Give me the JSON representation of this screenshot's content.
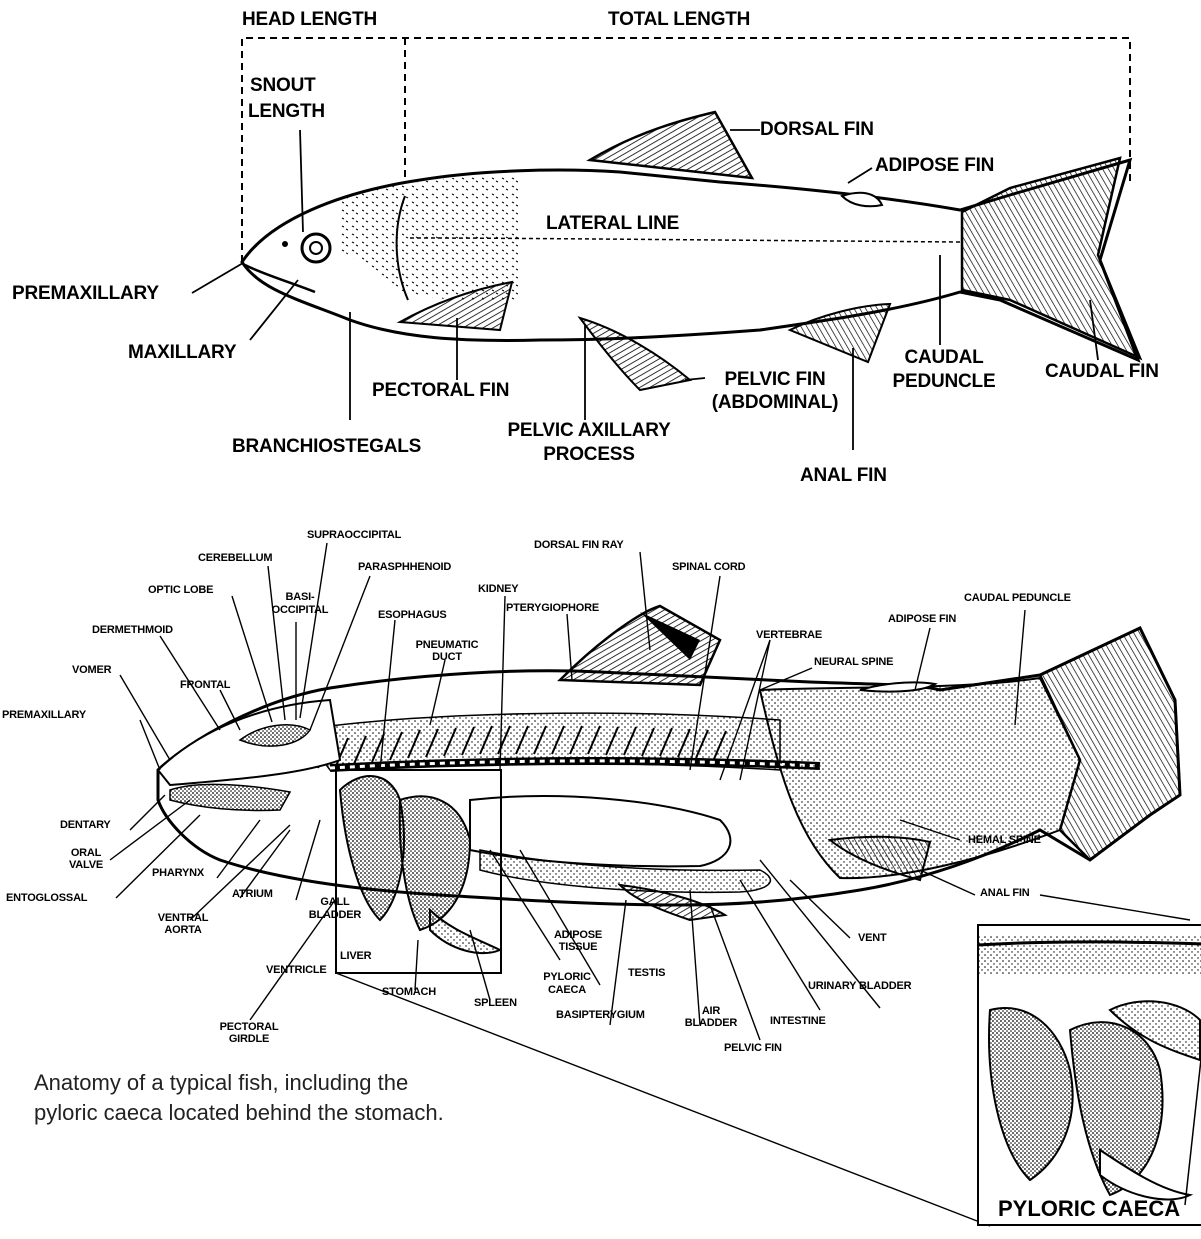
{
  "top_diagram": {
    "measurements": {
      "head_length": "HEAD LENGTH",
      "total_length": "TOTAL LENGTH",
      "snout_length": [
        "SNOUT",
        "LENGTH"
      ]
    },
    "labels": {
      "dorsal_fin": "DORSAL FIN",
      "adipose_fin": "ADIPOSE FIN",
      "lateral_line": "LATERAL LINE",
      "premaxillary": "PREMAXILLARY",
      "maxillary": "MAXILLARY",
      "pectoral_fin": "PECTORAL FIN",
      "branchiostegals": "BRANCHIOSTEGALS",
      "pelvic_axillary_process": [
        "PELVIC AXILLARY",
        "PROCESS"
      ],
      "pelvic_fin": [
        "PELVIC FIN",
        "(ABDOMINAL)"
      ],
      "anal_fin": "ANAL FIN",
      "caudal_peduncle": [
        "CAUDAL",
        "PEDUNCLE"
      ],
      "caudal_fin": "CAUDAL FIN"
    }
  },
  "bottom_diagram": {
    "labels": {
      "supraoccipital": "SUPRAOCCIPITAL",
      "cerebellum": "CEREBELLUM",
      "optic_lobe": "OPTIC LOBE",
      "basi_occipital": [
        "BASI-",
        "OCCIPITAL"
      ],
      "parasphenoid": "PARASPHHENOID",
      "dorsal_fin_ray": "DORSAL FIN RAY",
      "spinal_cord": "SPINAL CORD",
      "kidney": "KIDNEY",
      "pterygiophore": "PTERYGIOPHORE",
      "esophagus": "ESOPHAGUS",
      "dermethmoid": "DERMETHMOID",
      "pneumatic_duct": [
        "PNEUMATIC",
        "DUCT"
      ],
      "vertebrae": "VERTEBRAE",
      "caudal_peduncle": "CAUDAL PEDUNCLE",
      "adipose_fin": "ADIPOSE FIN",
      "neural_spine": "NEURAL SPINE",
      "vomer": "VOMER",
      "frontal": "FRONTAL",
      "premaxillary": "PREMAXILLARY",
      "dentary": "DENTARY",
      "oral_valve": [
        "ORAL",
        "VALVE"
      ],
      "entoglossal": "ENTOGLOSSAL",
      "pharynx": "PHARYNX",
      "atrium": "ATRIUM",
      "ventral_aorta": [
        "VENTRAL",
        "AORTA"
      ],
      "gall_bladder": [
        "GALL",
        "BLADDER"
      ],
      "liver": "LIVER",
      "ventricle": "VENTRICLE",
      "pectoral_girdle": [
        "PECTORAL",
        "GIRDLE"
      ],
      "stomach": "STOMACH",
      "spleen": "SPLEEN",
      "adipose_tissue": [
        "ADIPOSE",
        "TISSUE"
      ],
      "pyloric_caeca": [
        "PYLORIC",
        "CAECA"
      ],
      "testis": "TESTIS",
      "basipterygium": "BASIPTERYGIUM",
      "air_bladder": [
        "AIR",
        "BLADDER"
      ],
      "intestine": "INTESTINE",
      "pelvic_fin": "PELVIC FIN",
      "urinary_bladder": "URINARY BLADDER",
      "vent": "VENT",
      "hemal_spine": "HEMAL SPINE",
      "anal_fin": "ANAL FIN"
    },
    "inset_label": "PYLORIC CAECA"
  },
  "caption": [
    "Anatomy of a typical fish, including the",
    "pyloric caeca located behind the stomach."
  ]
}
